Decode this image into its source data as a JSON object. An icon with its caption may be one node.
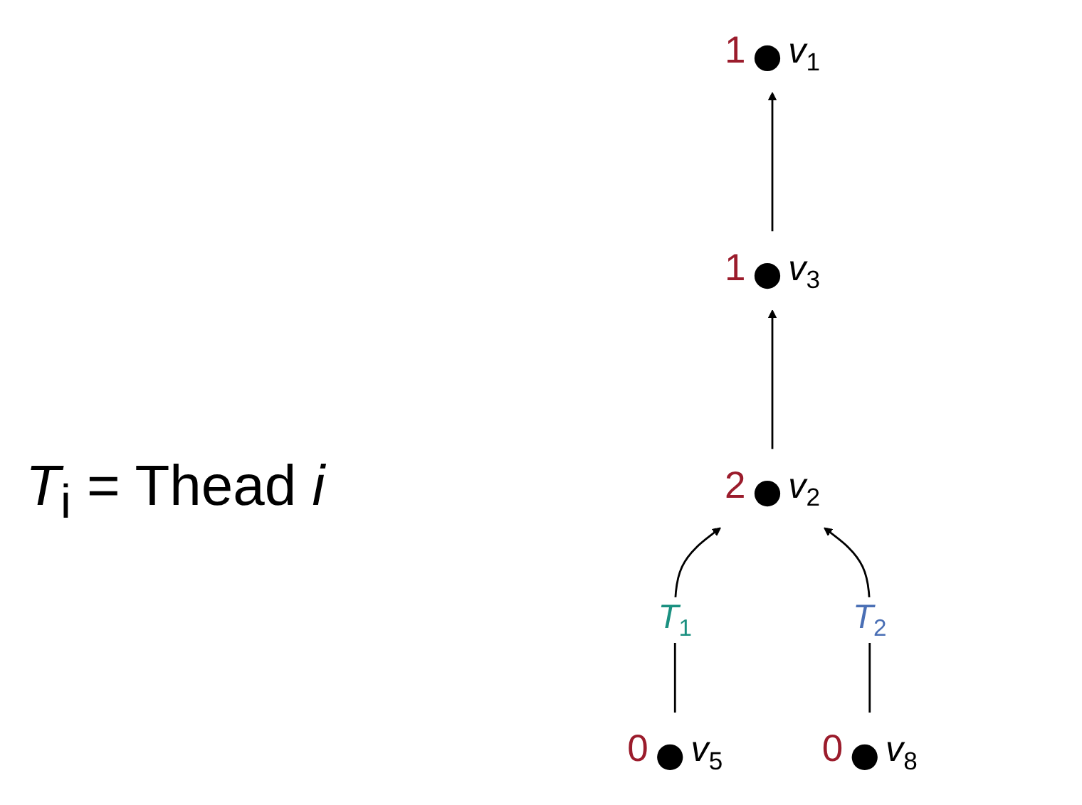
{
  "diagram": {
    "nodes": [
      {
        "text": [],
        "shape": "circle",
        "beside": [
          "1",
          "*v*$_{1}$"
        ]
      },
      {
        "text": [],
        "shape": "circle",
        "beside": [
          "1",
          "*v*$_{3}$"
        ]
      },
      {
        "text": [],
        "shape": "circle",
        "beside": [
          "2",
          "*v*$_{2}$"
        ]
      },
      {
        "text": [],
        "shape": "circle",
        "beside": [
          "0",
          "*v*$_{5}$"
        ]
      },
      {
        "text": [],
        "shape": "circle",
        "beside": [
          "0",
          "*v*$_{8}$"
        ]
      }
    ],
    "edges": [
      {
        "from": 1,
        "to": 0,
        "arrow": "to"
      },
      {
        "from": 2,
        "to": 1,
        "arrow": "to"
      },
      {
        "from": 3,
        "to": 2,
        "label": "*T*$_{1}$",
        "arrow": "to"
      },
      {
        "from": 4,
        "to": 2,
        "label": "*T*$_{2}$",
        "arrow": "to"
      }
    ],
    "labels": [
      "*T*$_{i}$ = Thead *i*"
    ]
  }
}
